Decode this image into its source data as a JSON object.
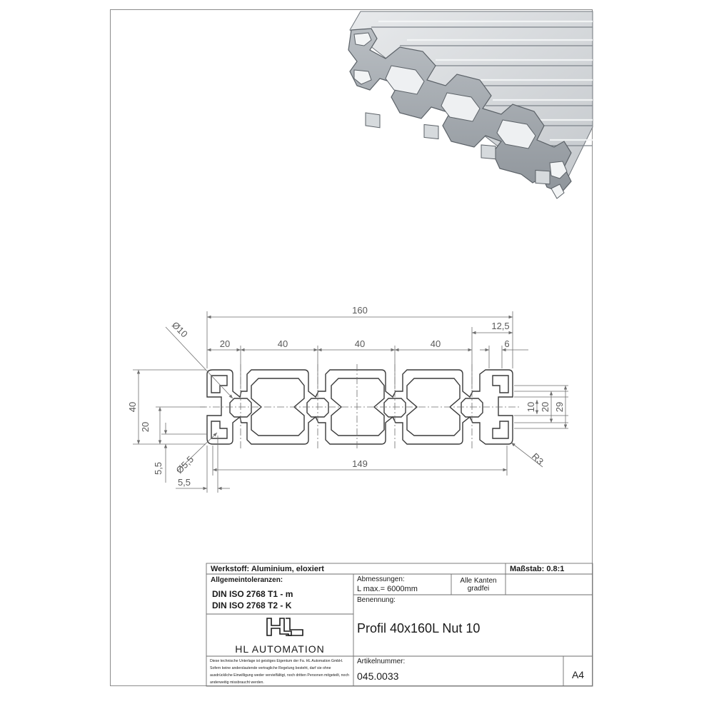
{
  "dimensions": {
    "overall_width": "160",
    "slot_pitch_1": "20",
    "slot_pitch_2": "40",
    "slot_pitch_3": "40",
    "slot_pitch_4": "40",
    "end_offset": "12,5",
    "slot_width": "6",
    "diameter_large": "Ø10",
    "height": "40",
    "half_height": "20",
    "diameter_small": "Ø5,5",
    "edge_small": "5,5",
    "edge_bottom": "5,5",
    "inner_length": "149",
    "radius": "R3",
    "slot_10": "10",
    "slot_20": "20",
    "slot_29": "29"
  },
  "title_block": {
    "material": "Werkstoff: Aluminium, eloxiert",
    "scale": "Maßstab: 0.8:1",
    "tolerances_label": "Allgemeintoleranzen:",
    "tol_1": "DIN ISO 2768 T1 - m",
    "tol_2": "DIN ISO 2768 T2 - K",
    "dims_label": "Abmessungen:",
    "dims_value": "L max.= 6000mm",
    "edges_1": "Alle Kanten",
    "edges_2": "gradfei",
    "name_label": "Benennung:",
    "name_value": "Profil 40x160L Nut 10",
    "company": "HL AUTOMATION",
    "disclaimer": "Diese technische Unterlage ist geistiges Eigentum der Fa. HL Automation GmbH. Sofern keine anderslautende vertragliche Regelung besteht, darf sie ohne ausdrückliche Einwilligung weder vervielfältigt, noch dritten Personen mitgeteilt, noch anderweitig missbraucht werden.",
    "article_label": "Artikelnummer:",
    "article_value": "045.0033",
    "format": "A4"
  },
  "colors": {
    "profile_line": "#3a3a3a",
    "dimension_line": "#6e6e6e",
    "iso_face": "#c9cdd1",
    "iso_dark": "#8f959b",
    "iso_light": "#e4e7ea"
  }
}
